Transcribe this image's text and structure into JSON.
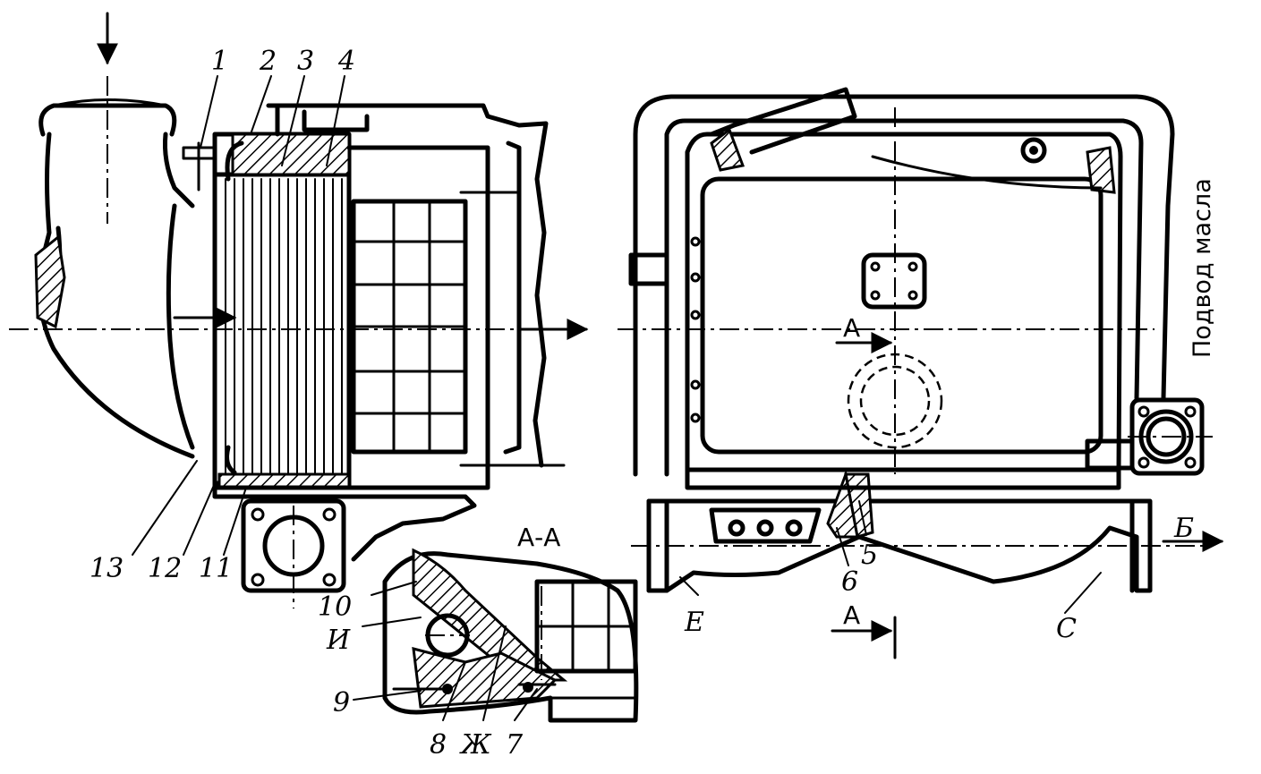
{
  "labels": {
    "callouts_left": [
      "1",
      "2",
      "3",
      "4",
      "13",
      "12",
      "11"
    ],
    "callouts_right": [
      "5",
      "6"
    ],
    "callouts_detail": [
      "10",
      "И",
      "9",
      "8",
      "Ж",
      "7"
    ],
    "ports": [
      "Е",
      "С",
      "Б"
    ],
    "section_title": "А-А",
    "section_marks": [
      "А",
      "А"
    ],
    "oil_inlet": "Подвод масла"
  }
}
